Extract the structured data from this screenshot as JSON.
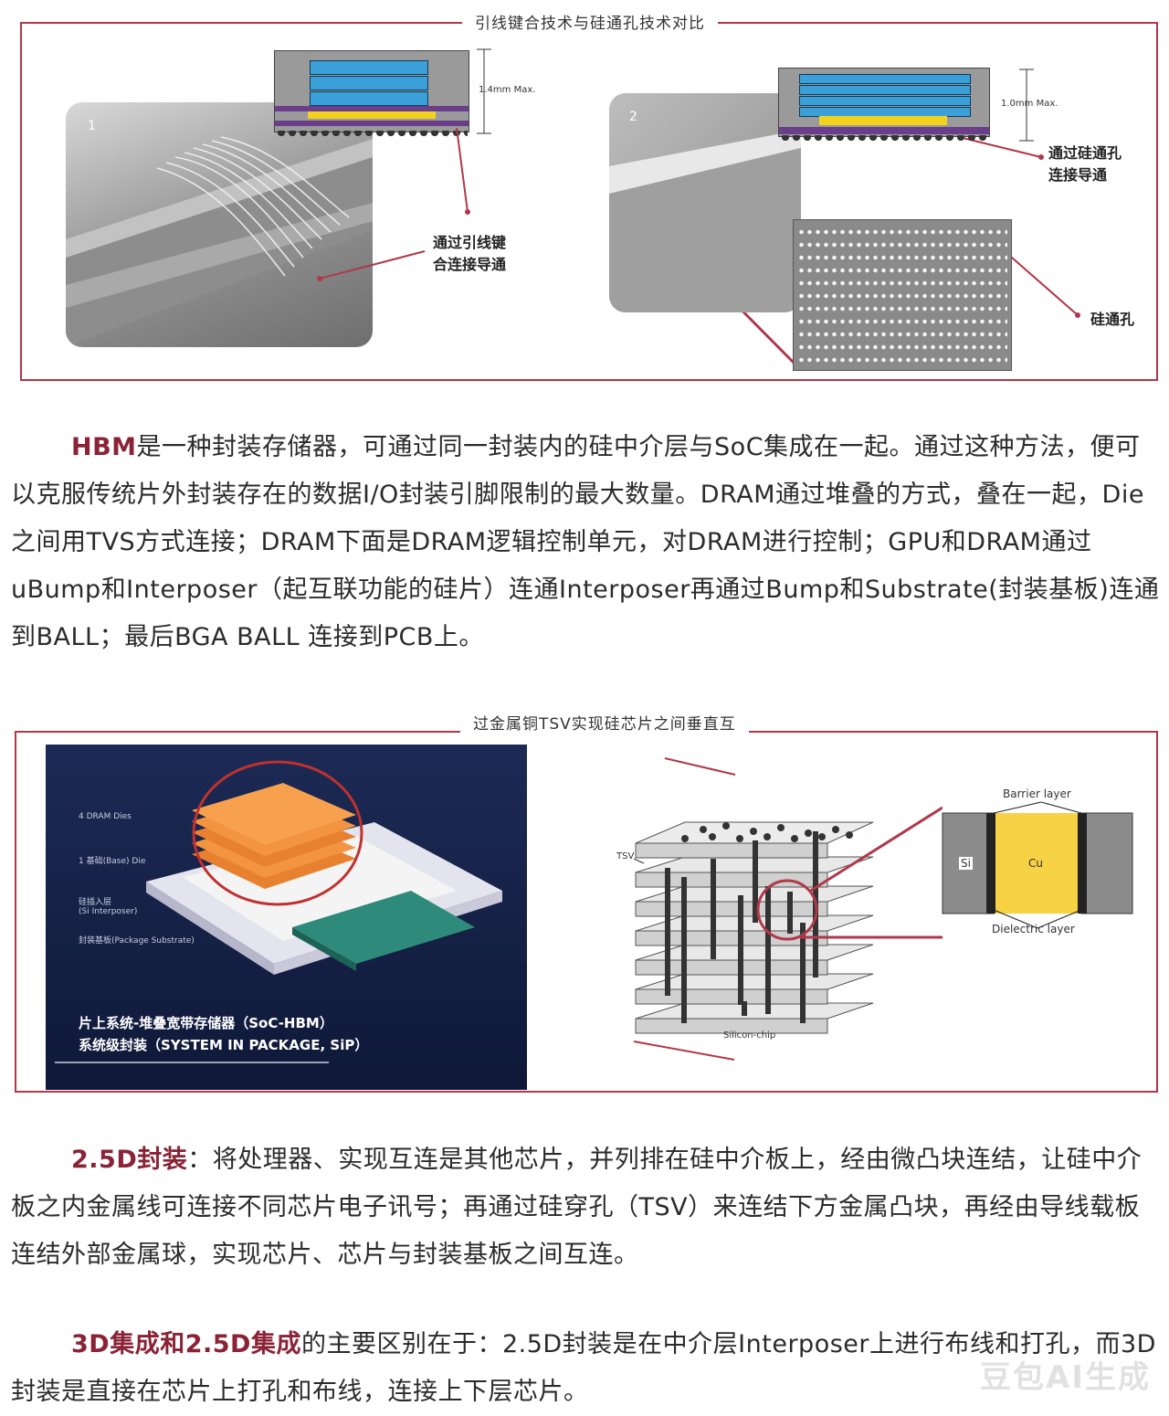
{
  "figure1": {
    "title": "引线键合技术与硅通孔技术对比",
    "photo1_number": "1",
    "photo2_number": "2",
    "label_wire_bond": [
      "通过引线键",
      "合连接导通"
    ],
    "label_tsv_connect": [
      "通过硅通孔",
      "连接导通"
    ],
    "label_tsv": "硅通孔",
    "dim_left": "1.4mm Max.",
    "dim_right": "1.0mm Max."
  },
  "para1": {
    "highlight": "HBM",
    "text": "是一种封装存储器，可通过同一封装内的硅中介层与SoC集成在一起。通过这种方法，便可以克服传统片外封装存在的数据I/O封装引脚限制的最大数量。DRAM通过堆叠的方式，叠在一起，Die之间用TVS方式连接；DRAM下面是DRAM逻辑控制单元，对DRAM进行控制；GPU和DRAM通过uBump和Interposer（起互联功能的硅片）连通Interposer再通过Bump和Substrate(封装基板)连通到BALL；最后BGA BALL 连接到PCB上。"
  },
  "figure2": {
    "title": "过金属铜TSV实现硅芯片之间垂直互",
    "caption_line1": "片上系统-堆叠宽带存储器（SoC-HBM）",
    "caption_line2": "系统级封装（SYSTEM IN PACKAGE, SiP）",
    "label_dram_dies": "4 DRAM Dies",
    "label_base_die": "1 基础(Base) Die",
    "label_interposer_cn": "硅插入层",
    "label_interposer_en": "(Si Interposer)",
    "label_substrate": "封装基板(Package Substrate)",
    "label_tsv": "TSV",
    "label_silicon_chip": "Silicon-chip",
    "label_barrier": "Barrier layer",
    "label_dielectric": "Dielectric layer",
    "label_si": "Si",
    "label_cu": "Cu"
  },
  "para2": {
    "highlight": "2.5D封装",
    "text": "：将处理器、实现互连是其他芯片，并列排在硅中介板上，经由微凸块连结，让硅中介板之内金属线可连接不同芯片电子讯号；再通过硅穿孔（TSV）来连结下方金属凸块，再经由导线载板连结外部金属球，实现芯片、芯片与封装基板之间互连。"
  },
  "para3": {
    "highlight": "3D集成和2.5D集成",
    "text": "的主要区别在于：2.5D封装是在中介层Interposer上进行布线和打孔，而3D封装是直接在芯片上打孔和布线，连接上下层芯片。"
  },
  "watermark": "豆包AI生成"
}
